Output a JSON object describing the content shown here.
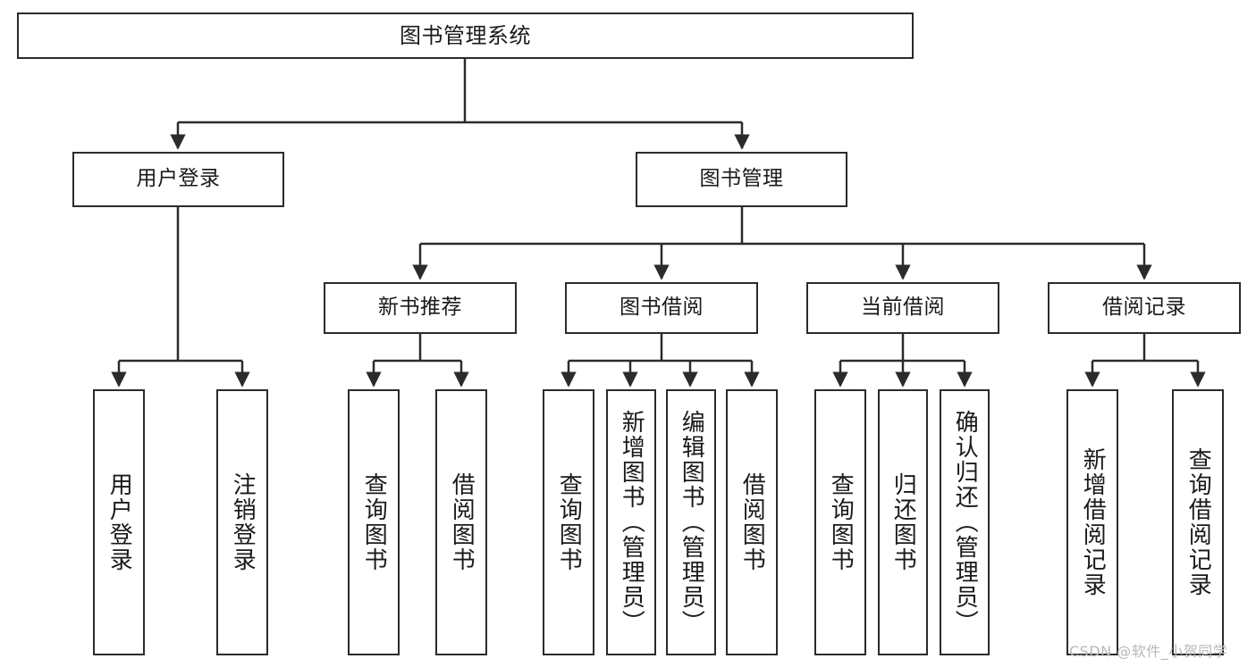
{
  "diagram": {
    "title": "图书管理系统",
    "type": "tree-hierarchy",
    "orientation": "top-down",
    "line_color": "#2b2b2b",
    "box_fill": "#ffffff",
    "text_color": "#1a1a1a"
  },
  "nodes": {
    "root": {
      "label": "图书管理系统",
      "level": 0
    },
    "level1": [
      {
        "label": "用户登录",
        "level": 1
      },
      {
        "label": "图书管理",
        "level": 1
      }
    ],
    "level2": [
      {
        "label": "新书推荐",
        "level": 2
      },
      {
        "label": "图书借阅",
        "level": 2
      },
      {
        "label": "当前借阅",
        "level": 2
      },
      {
        "label": "借阅记录",
        "level": 2
      }
    ],
    "leaves": {
      "user_login": [
        {
          "label": "用户登录"
        },
        {
          "label": "注销登录"
        }
      ],
      "new_book_recommend": [
        {
          "label": "查询图书"
        },
        {
          "label": "借阅图书"
        }
      ],
      "book_borrow": [
        {
          "label": "查询图书"
        },
        {
          "label": "新增图书（管理员）"
        },
        {
          "label": "编辑图书（管理员）"
        },
        {
          "label": "借阅图书"
        }
      ],
      "current_borrow": [
        {
          "label": "查询图书"
        },
        {
          "label": "归还图书"
        },
        {
          "label": "确认归还（管理员）"
        }
      ],
      "borrow_record": [
        {
          "label": "新增借阅记录"
        },
        {
          "label": "查询借阅记录"
        }
      ]
    }
  },
  "watermark": {
    "text": "CSDN @软件_小贺同学"
  }
}
